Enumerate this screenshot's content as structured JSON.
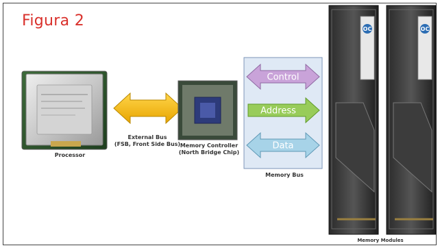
{
  "title": "Figura 2",
  "processor": {
    "label": "Processor"
  },
  "external_bus": {
    "line1": "External Bus",
    "line2": "(FSB, Front Side Bus)"
  },
  "memory_controller": {
    "line1": "Memory Controller",
    "line2": "(North Bridge Chip)"
  },
  "memory_bus": {
    "label": "Memory Bus",
    "arrows": [
      {
        "label": "Control",
        "color": "#c9a3d9"
      },
      {
        "label": "Address",
        "color": "#98cc5a"
      },
      {
        "label": "Data",
        "color": "#a7d3e8"
      }
    ]
  },
  "memory_modules": {
    "label": "Memory Modules",
    "brand": "OC"
  },
  "colors": {
    "title": "#d9302b",
    "fsb_arrow": "#f5b800",
    "memory_bus_panel": "#dfe9f5"
  }
}
